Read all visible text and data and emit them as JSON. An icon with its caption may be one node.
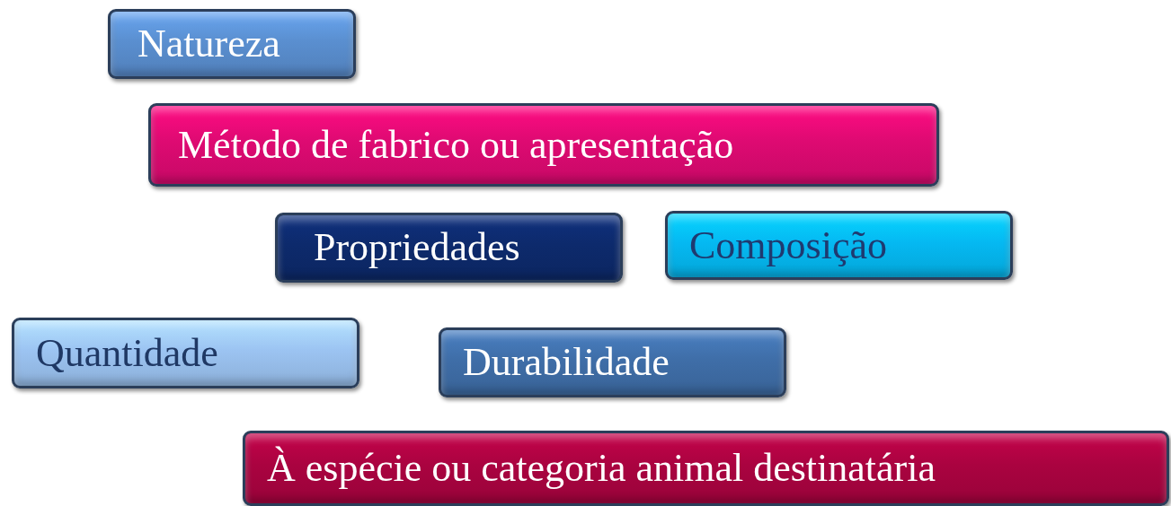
{
  "diagram": {
    "nodes": [
      {
        "text": [
          "Natureza"
        ]
      },
      {
        "text": [
          "Método de fabrico ou apresentação"
        ]
      },
      {
        "text": [
          "Propriedades"
        ]
      },
      {
        "text": [
          "Composição"
        ]
      },
      {
        "text": [
          "Quantidade"
        ]
      },
      {
        "text": [
          "Durabilidade"
        ]
      },
      {
        "text": [
          "À espécie ou categoria animal destinatária"
        ]
      }
    ]
  }
}
